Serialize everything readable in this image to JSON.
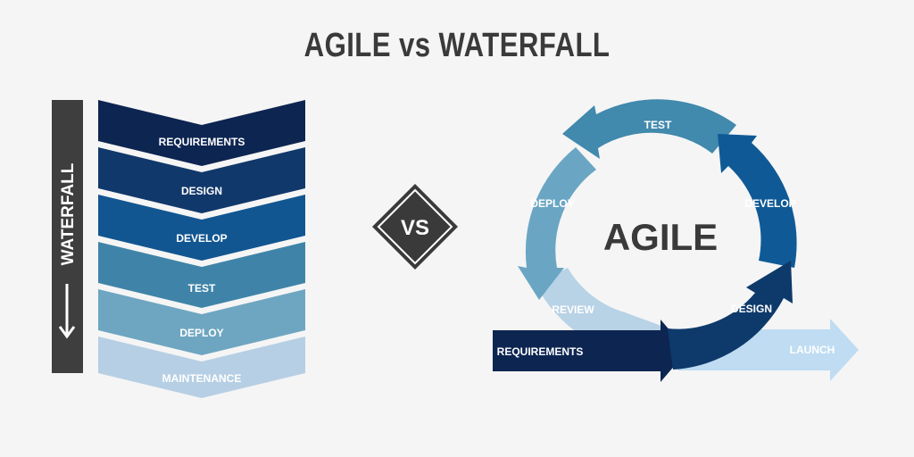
{
  "title": "AGILE vs WATERFALL",
  "vs_badge": "VS",
  "waterfall": {
    "label": "WATERFALL",
    "steps": [
      {
        "label": "REQUIREMENTS",
        "color": "#0d2551"
      },
      {
        "label": "DESIGN",
        "color": "#11386a"
      },
      {
        "label": "DEVELOP",
        "color": "#115691"
      },
      {
        "label": "TEST",
        "color": "#3f84a8"
      },
      {
        "label": "DEPLOY",
        "color": "#6ea6c1"
      },
      {
        "label": "MAINTENANCE",
        "color": "#b6cfe4"
      }
    ]
  },
  "agile": {
    "center_label": "AGILE",
    "steps": [
      {
        "label": "TEST",
        "color": "#4189ad"
      },
      {
        "label": "DEVELOP",
        "color": "#0f5a96"
      },
      {
        "label": "DESIGN",
        "color": "#0e3a6b"
      },
      {
        "label": "REVIEW",
        "color": "#b8d2e6"
      },
      {
        "label": "DEPLOY",
        "color": "#6aa6c3"
      }
    ],
    "requirements_label": "REQUIREMENTS",
    "requirements_color": "#0d2551",
    "launch_label": "LAUNCH",
    "launch_color": "#bfdcf2"
  }
}
